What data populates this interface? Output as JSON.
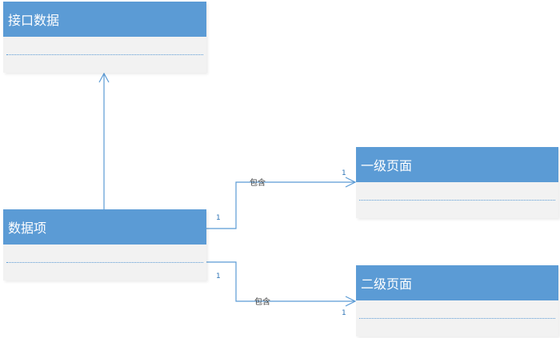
{
  "classes": {
    "interface_data": {
      "name": "接口数据"
    },
    "data_item": {
      "name": "数据项"
    },
    "first_level_page": {
      "name": "一级页面"
    },
    "second_level_page": {
      "name": "二级页面"
    }
  },
  "relations": {
    "contains_first": {
      "label": "包含",
      "source_multiplicity": "1",
      "target_multiplicity": "1"
    },
    "contains_second": {
      "label": "包含",
      "source_multiplicity": "1",
      "target_multiplicity": "1"
    }
  },
  "colors": {
    "header": "#5b9bd5",
    "body": "#f2f2f2",
    "line": "#5b9bd5"
  }
}
